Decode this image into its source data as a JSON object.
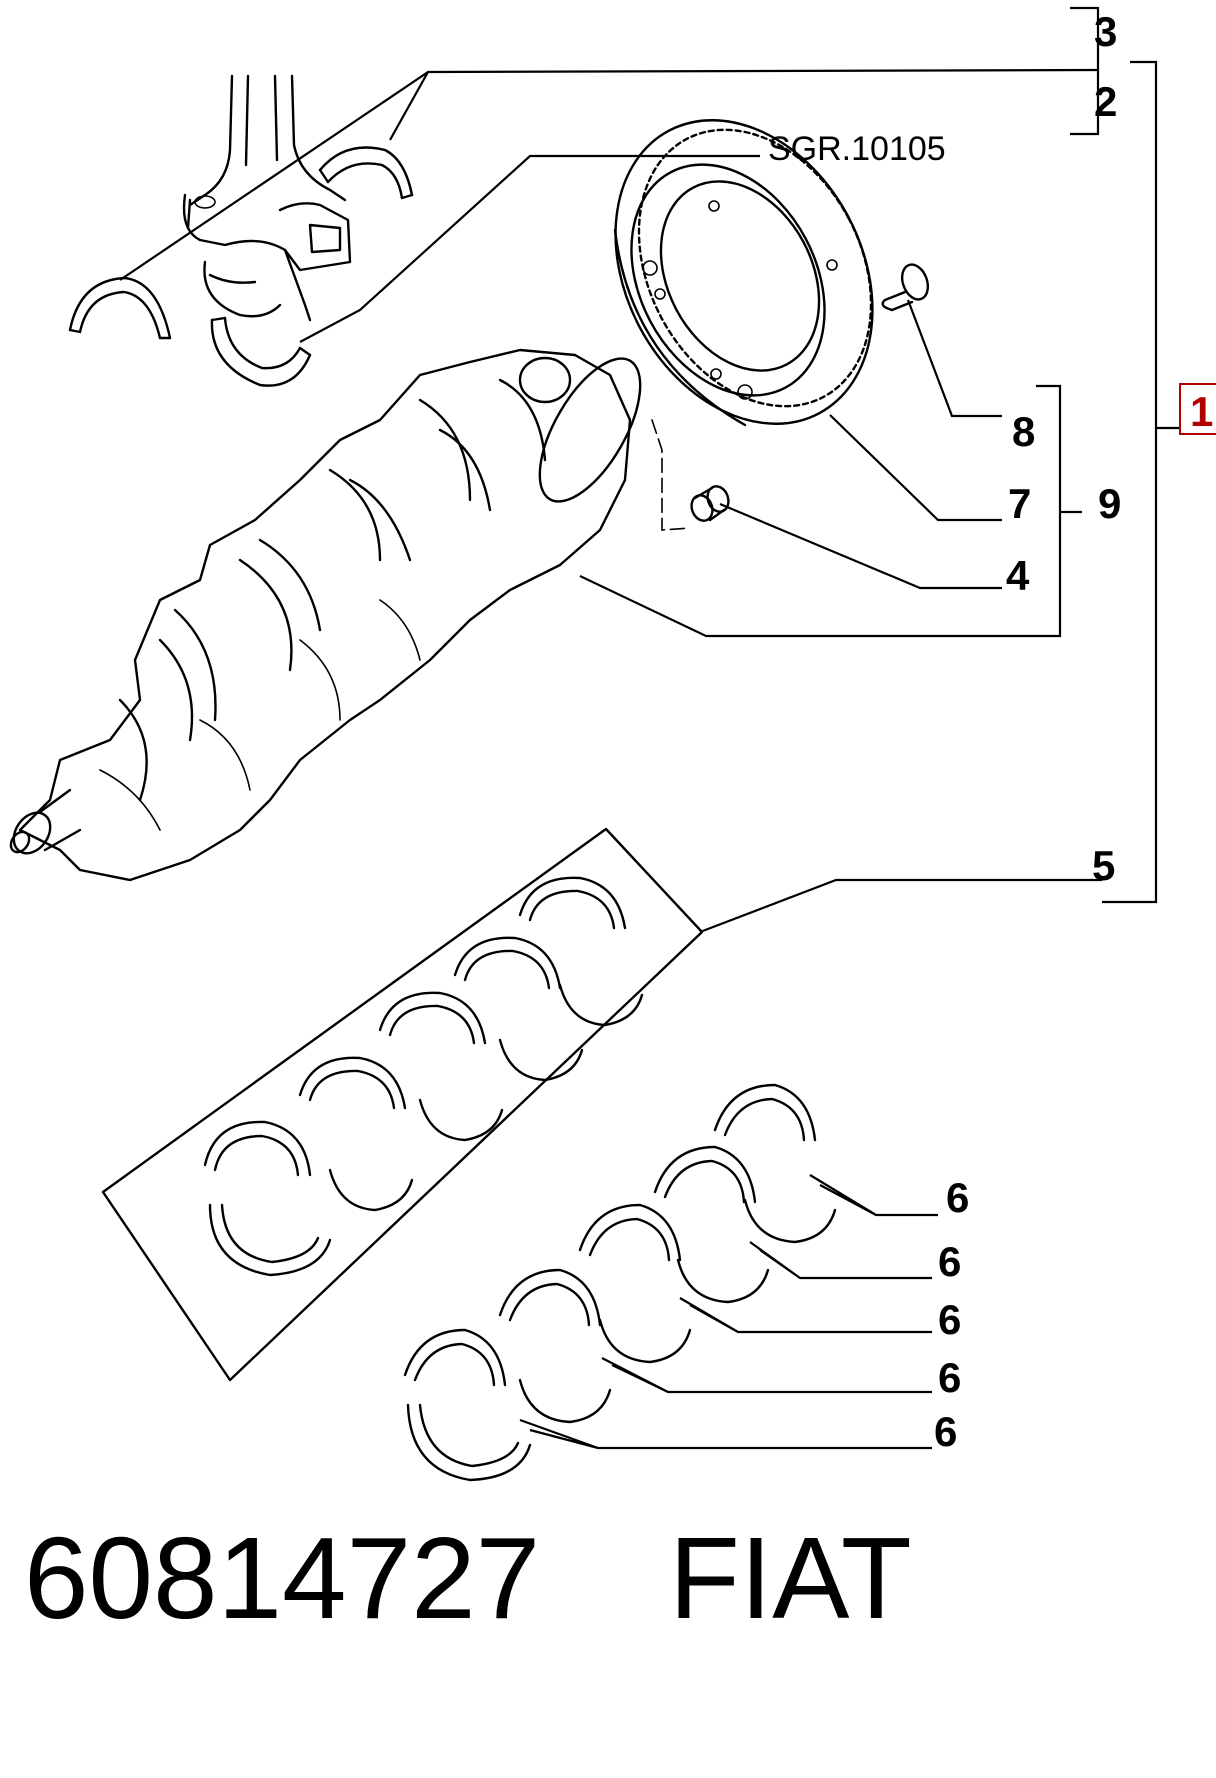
{
  "callouts": {
    "c1": "1",
    "c2": "2",
    "c3": "3",
    "c4": "4",
    "c5": "5",
    "c6a": "6",
    "c6b": "6",
    "c6c": "6",
    "c6d": "6",
    "c6e": "6",
    "c7": "7",
    "c8": "8",
    "c9": "9",
    "tool_ref": "SGR.10105"
  },
  "caption": {
    "part_number": "60814727",
    "brand": "FIAT"
  },
  "colors": {
    "line": "#000000",
    "highlight": "#b00000",
    "background": "#ffffff"
  }
}
